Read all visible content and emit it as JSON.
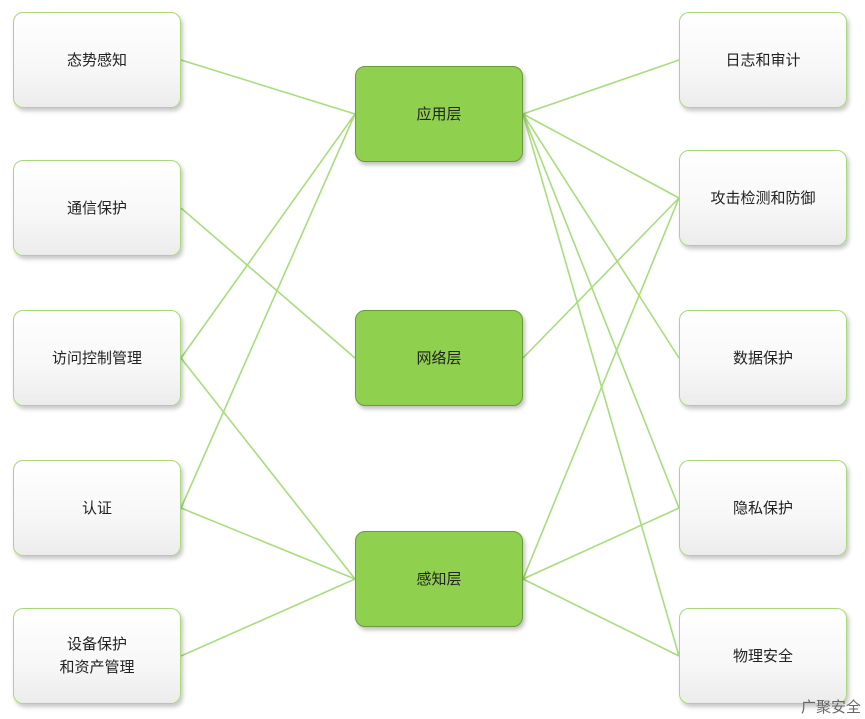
{
  "diagram": {
    "line_color": "#a9dc7e",
    "left_nodes": [
      {
        "id": "l1",
        "label": "态势感知"
      },
      {
        "id": "l2",
        "label": "通信保护"
      },
      {
        "id": "l3",
        "label": "访问控制管理"
      },
      {
        "id": "l4",
        "label": "认证"
      },
      {
        "id": "l5",
        "label": "设备保护\n和资产管理"
      }
    ],
    "layers": [
      {
        "id": "c1",
        "label": "应用层",
        "color": "#8fd14f"
      },
      {
        "id": "c2",
        "label": "网络层",
        "color": "#8fd14f"
      },
      {
        "id": "c3",
        "label": "感知层",
        "color": "#8fd14f"
      }
    ],
    "right_nodes": [
      {
        "id": "r1",
        "label": "日志和审计"
      },
      {
        "id": "r2",
        "label": "攻击检测和防御"
      },
      {
        "id": "r3",
        "label": "数据保护"
      },
      {
        "id": "r4",
        "label": "隐私保护"
      },
      {
        "id": "r5",
        "label": "物理安全"
      }
    ],
    "links": [
      [
        "l1",
        "c1"
      ],
      [
        "l2",
        "c2"
      ],
      [
        "l3",
        "c1"
      ],
      [
        "l3",
        "c3"
      ],
      [
        "l4",
        "c1"
      ],
      [
        "l4",
        "c3"
      ],
      [
        "l5",
        "c3"
      ],
      [
        "c1",
        "r1"
      ],
      [
        "c1",
        "r2"
      ],
      [
        "c1",
        "r3"
      ],
      [
        "c1",
        "r4"
      ],
      [
        "c1",
        "r5"
      ],
      [
        "c2",
        "r2"
      ],
      [
        "c3",
        "r2"
      ],
      [
        "c3",
        "r4"
      ],
      [
        "c3",
        "r5"
      ]
    ]
  },
  "watermark": {
    "text": "广聚安全"
  }
}
